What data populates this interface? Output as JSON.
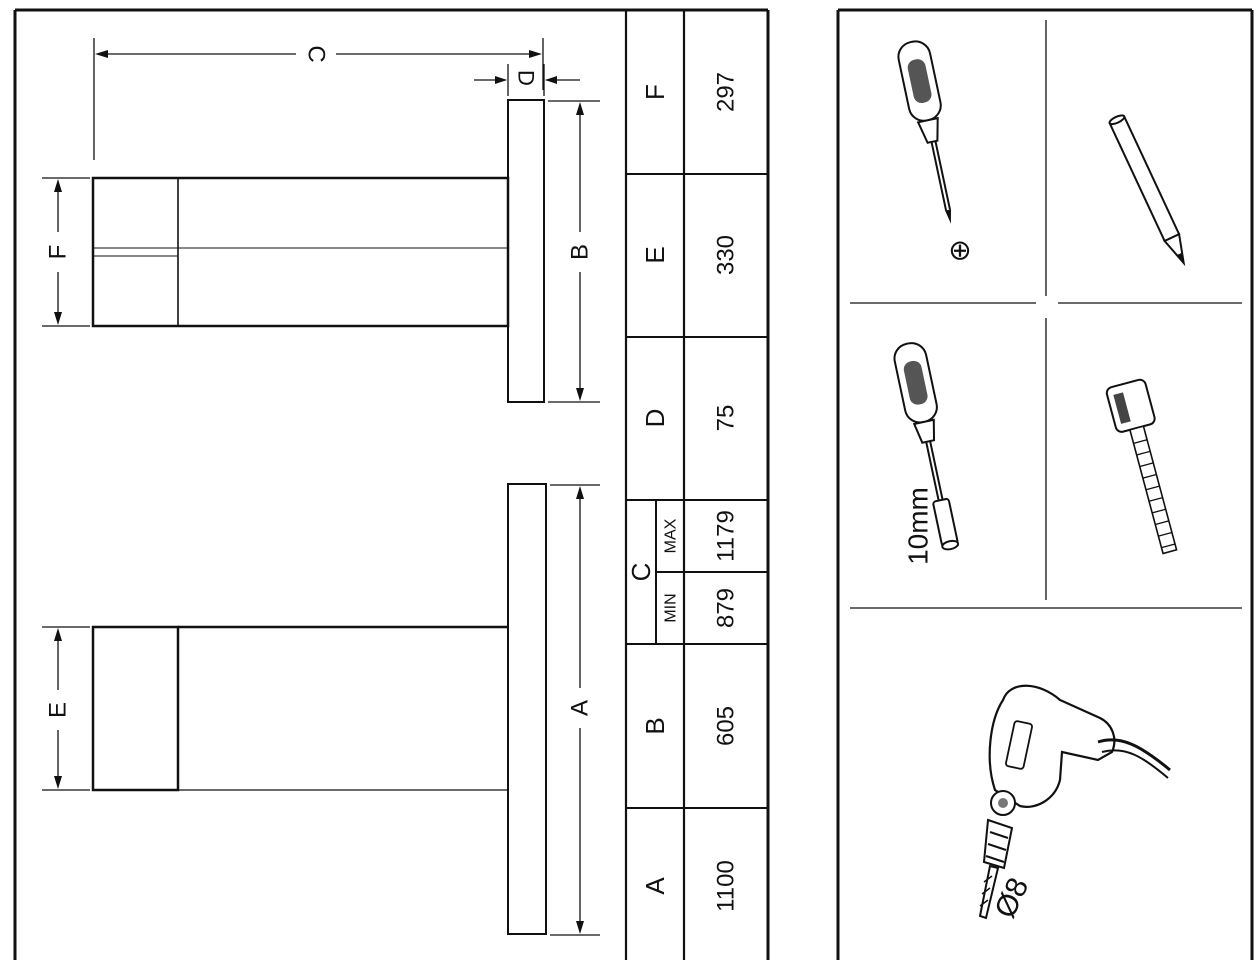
{
  "drawing": {
    "dimension_letters": {
      "a": "A",
      "b": "B",
      "c": "C",
      "d": "D",
      "e": "E",
      "f": "F"
    }
  },
  "dimensions_table": {
    "header": {
      "a": "A",
      "b": "B",
      "c": "C",
      "c_min": "MIN",
      "c_max": "MAX",
      "d": "D",
      "e": "E",
      "f": "F"
    },
    "values": {
      "a": "1100",
      "b": "605",
      "c_min": "879",
      "c_max": "1179",
      "d": "75",
      "e": "330",
      "f": "297"
    }
  },
  "tools": {
    "phillips_screwdriver": {
      "symbol": "⊕"
    },
    "pencil": {},
    "nut_driver": {
      "size": "10mm"
    },
    "tape_measure": {},
    "drill": {
      "bit": "Ø8"
    }
  }
}
